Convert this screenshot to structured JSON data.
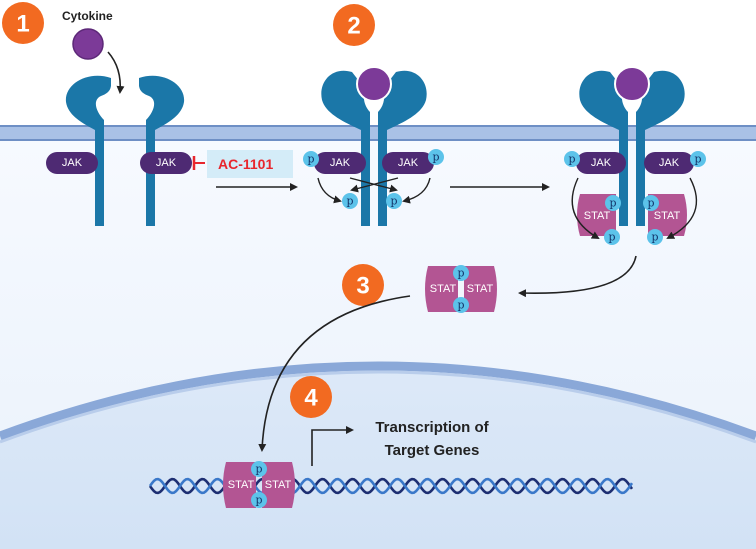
{
  "steps": [
    "1",
    "2",
    "3",
    "4"
  ],
  "labels": {
    "cytokine": "Cytokine",
    "jak": "JAK",
    "stat": "STAT",
    "phospho": "p",
    "inhibitor": "AC-1101",
    "transcription_line1": "Transcription of",
    "transcription_line2": "Target Genes"
  },
  "colors": {
    "badge": "#f26a21",
    "receptor": "#1b77a8",
    "jak": "#4e2a73",
    "stat": "#b35593",
    "cytokine": "#7c3a98",
    "phospho": "#5cc3ea",
    "membrane": "#8ba9d7",
    "inhibitor": "#e8262d",
    "inhibitor_bg": "#d4ecf8",
    "dna_a": "#1d2e72",
    "dna_b": "#3a78c9"
  }
}
